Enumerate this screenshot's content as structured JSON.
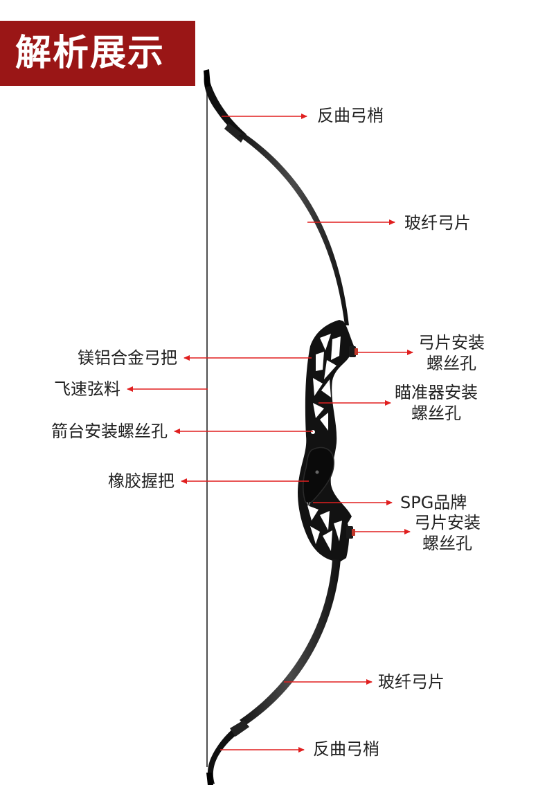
{
  "header": {
    "title": "解析展示"
  },
  "labels": {
    "top_tip": "反曲弓梢",
    "upper_limb": "玻纤弓片",
    "upper_limb_bolt_line1": "弓片安装",
    "upper_limb_bolt_line2": "螺丝孔",
    "riser": "镁铝合金弓把",
    "string": "飞速弦料",
    "sight_mount_line1": "瞄准器安装",
    "sight_mount_line2": "螺丝孔",
    "rest_mount": "箭台安装螺丝孔",
    "grip": "橡胶握把",
    "brand": "SPG品牌",
    "lower_limb_bolt_line1": "弓片安装",
    "lower_limb_bolt_line2": "螺丝孔",
    "lower_limb": "玻纤弓片",
    "bottom_tip": "反曲弓梢"
  },
  "colors": {
    "banner": "#9a1616",
    "arrow": "#e01f1f",
    "bow": "#0f0f0f"
  }
}
